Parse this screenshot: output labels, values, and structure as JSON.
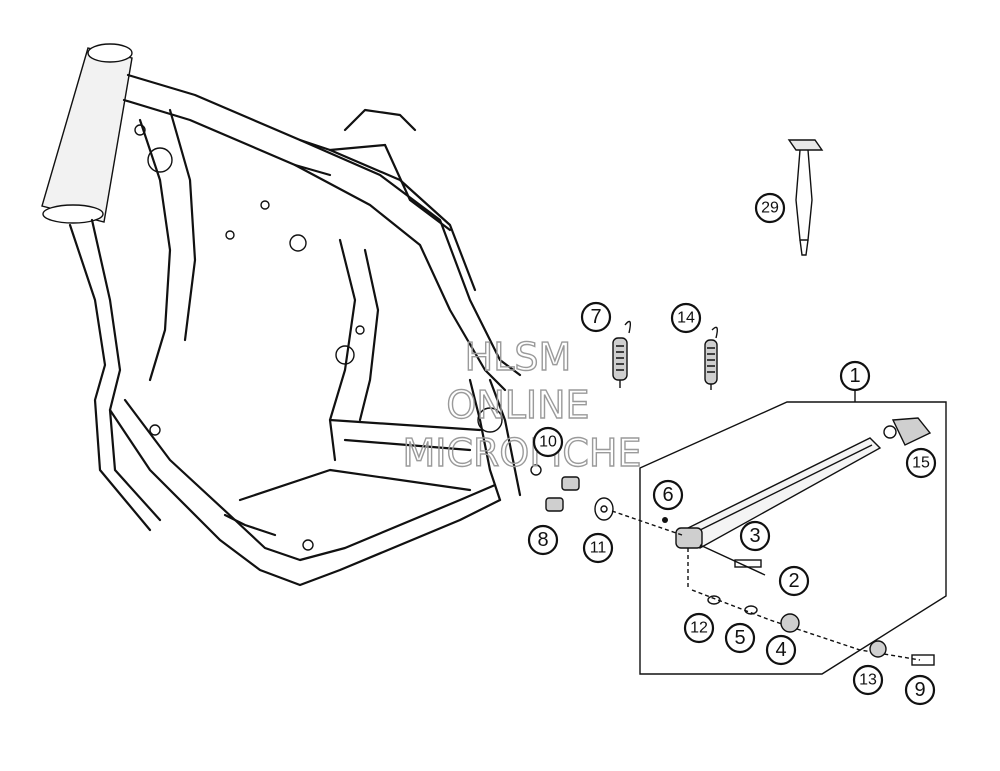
{
  "callouts": [
    {
      "id": "c1",
      "label": "1"
    },
    {
      "id": "c2",
      "label": "2"
    },
    {
      "id": "c3",
      "label": "3"
    },
    {
      "id": "c4",
      "label": "4"
    },
    {
      "id": "c5",
      "label": "5"
    },
    {
      "id": "c6",
      "label": "6"
    },
    {
      "id": "c7",
      "label": "7"
    },
    {
      "id": "c8",
      "label": "8"
    },
    {
      "id": "c9",
      "label": "9"
    },
    {
      "id": "c10",
      "label": "10"
    },
    {
      "id": "c11",
      "label": "11"
    },
    {
      "id": "c12",
      "label": "12"
    },
    {
      "id": "c13",
      "label": "13"
    },
    {
      "id": "c14",
      "label": "14"
    },
    {
      "id": "c15",
      "label": "15"
    },
    {
      "id": "c29",
      "label": "29"
    }
  ],
  "watermark": {
    "line1": "HLSM",
    "line2": "ONLINE",
    "line3": "MICROFICHE"
  }
}
